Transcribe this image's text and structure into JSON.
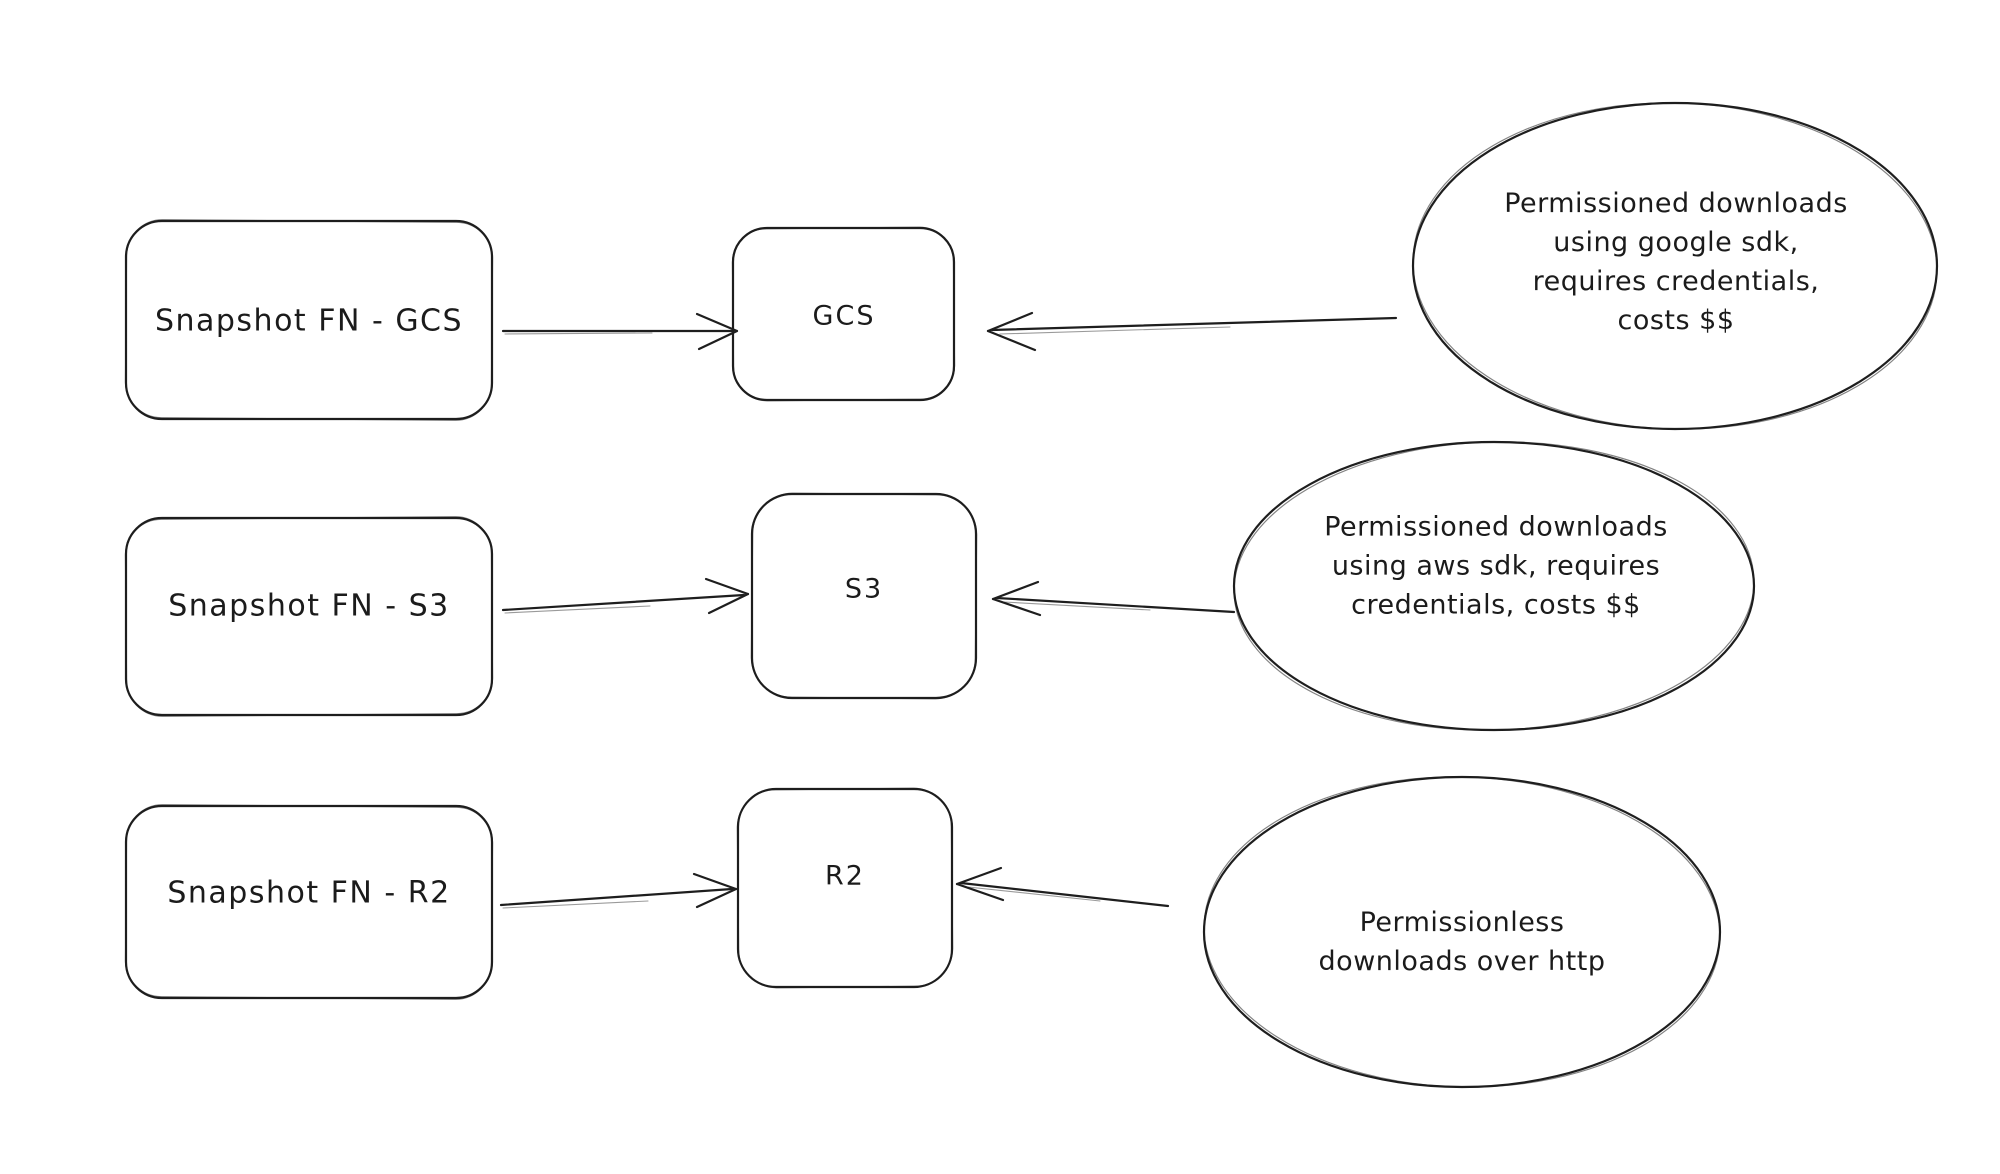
{
  "canvas": {
    "background": "#ffffff",
    "stroke_color": "#1e1e1e",
    "text_color": "#1b1b1b"
  },
  "boxes": {
    "snapshot_gcs": "Snapshot FN - GCS",
    "snapshot_s3": "Snapshot FN - S3",
    "snapshot_r2": "Snapshot FN - R2",
    "gcs": "GCS",
    "s3": "S3",
    "r2": "R2"
  },
  "notes": {
    "gcs": {
      "lines": [
        "Permissioned downloads",
        "using google sdk,",
        "requires credentials,",
        "costs $$"
      ]
    },
    "s3": {
      "lines": [
        "Permissioned downloads",
        "using aws sdk, requires",
        "credentials, costs $$"
      ]
    },
    "r2": {
      "lines": [
        "Permissionless",
        "downloads over http"
      ]
    }
  }
}
